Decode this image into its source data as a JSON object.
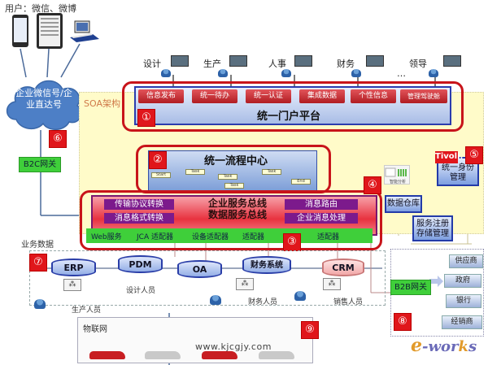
{
  "users": {
    "title": "用户：微信、微博",
    "devices": [
      "phone-icon",
      "tablet-icon",
      "desktop-icon"
    ]
  },
  "wechat_cloud": {
    "text": "企业微信号/企业直达号",
    "badge": "⑥"
  },
  "b2c_gateway": {
    "label": "B2C网关"
  },
  "soa": {
    "label": "SOA架构"
  },
  "roles": [
    {
      "label": "设计"
    },
    {
      "label": "生产"
    },
    {
      "label": "人事"
    },
    {
      "label": "财务"
    },
    {
      "label": "领导"
    }
  ],
  "roles_more": "…",
  "portal": {
    "badge": "①",
    "title": "统一门户平台",
    "items": [
      "信息发布",
      "统一待办",
      "统一认证",
      "集成数据",
      "个性信息",
      "管理驾驶舱"
    ]
  },
  "flow_center": {
    "badge": "②",
    "title": "统一流程中心",
    "nodes": [
      "Start",
      "Task",
      "Task",
      "Task",
      "Task",
      "End"
    ]
  },
  "esb": {
    "badge": "③",
    "title_line1": "企业服务总线",
    "title_line2": "数据服务总线",
    "left_functions": [
      "传输协议转换",
      "消息格式转换"
    ],
    "right_functions": [
      "消息路由",
      "企业消息处理"
    ],
    "adapters": [
      "Web服务",
      "JCA 适配器",
      "设备适配器",
      "适配器",
      "适配器"
    ]
  },
  "data_warehouse": {
    "badge": "④",
    "label": "数据仓库",
    "analysis_label": "智能分析"
  },
  "identity": {
    "badge": "⑤",
    "vendor": "Tivoli.",
    "label": "统一身份管理"
  },
  "service_registry": {
    "label": "服务注册存储管理"
  },
  "business_data": {
    "title": "业务数据",
    "badge": "⑦",
    "systems": [
      "ERP",
      "PDM",
      "OA",
      "财务系统",
      "CRM"
    ],
    "staff": [
      "生产人员",
      "设计人员",
      "财务人员",
      "销售人员"
    ]
  },
  "b2b": {
    "badge": "⑧",
    "gateway_label": "B2B网关",
    "partners": [
      "供应商",
      "政府",
      "银行",
      "经销商"
    ]
  },
  "iot": {
    "title": "物联网",
    "badge": "⑨"
  },
  "watermark": "www.kjcgjy.com",
  "logo": {
    "e": "e",
    "dash": "-",
    "wor": "wor",
    "k": "k",
    "s": "s"
  }
}
